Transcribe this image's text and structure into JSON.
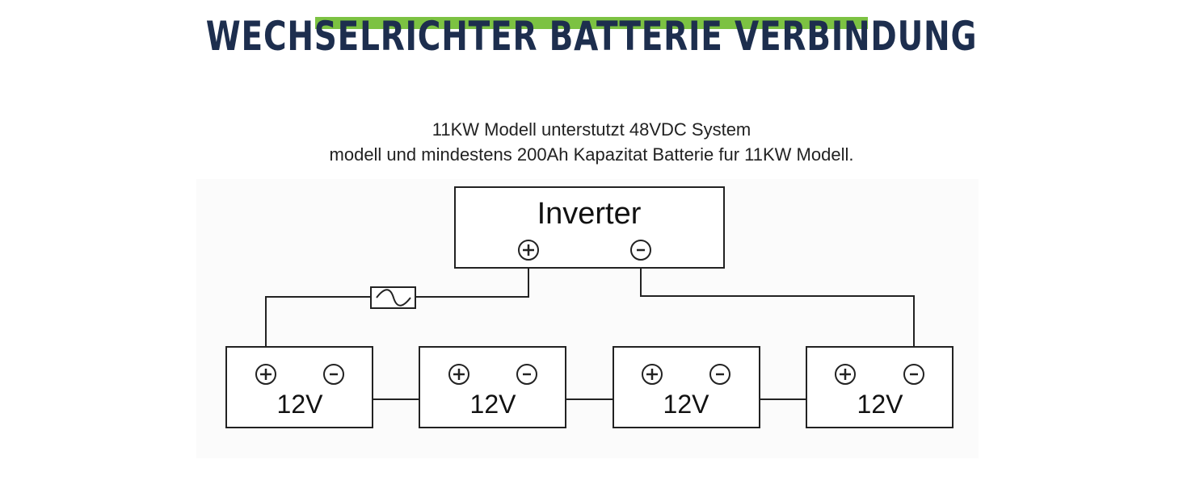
{
  "header": {
    "title": "WECHSELRICHTER BATTERIE VERBINDUNG",
    "accent_color": "#7cc242",
    "title_color": "#1d2e4e"
  },
  "description": {
    "line1": "11KW Modell unterstutzt 48VDC System",
    "line2": "modell und mindestens 200Ah Kapazitat Batterie fur 11KW Modell."
  },
  "diagram": {
    "inverter": {
      "label": "Inverter",
      "positive_terminal": "+",
      "negative_terminal": "-"
    },
    "fuse_icon": "fuse-symbol",
    "batteries": [
      {
        "label": "12V",
        "positive": "+",
        "negative": "-"
      },
      {
        "label": "12V",
        "positive": "+",
        "negative": "-"
      },
      {
        "label": "12V",
        "positive": "+",
        "negative": "-"
      },
      {
        "label": "12V",
        "positive": "+",
        "negative": "-"
      }
    ]
  }
}
